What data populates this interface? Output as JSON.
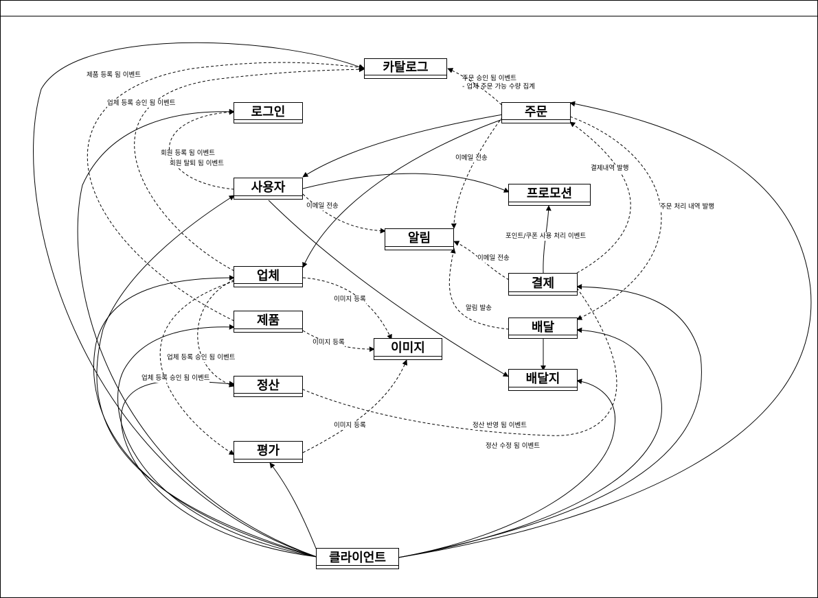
{
  "nodes": {
    "catalog": "카탈로그",
    "order": "주문",
    "login": "로그인",
    "user": "사용자",
    "promotion": "프로모션",
    "notification": "알림",
    "vendor": "업체",
    "payment": "결제",
    "product": "제품",
    "delivery": "배달",
    "image": "이미지",
    "settlement": "정산",
    "delivery_address": "배달지",
    "review": "평가",
    "client": "클라이언트"
  },
  "edge_labels": {
    "product_registered": "제품 등록 됨 이벤트",
    "vendor_approved_catalog": "업체 등록 승인 됨 이벤트",
    "order_approved": "주문 승인 됨 이벤트\n- 업체 주문 가능 수량 집계",
    "member_registered": "회원 등록 됨 이벤트",
    "member_withdrawn": "회원 탈퇴 됨 이벤트",
    "email_send_order": "이메일 전송",
    "email_send_user": "이메일 전송",
    "payment_history": "결제내역 발행",
    "order_processing_history": "주문 처리 내역 발행",
    "point_coupon_event": "포인트/쿠폰 사용 처리 이벤트",
    "email_send_payment": "이메일 전송",
    "notification_send": "알림 발송",
    "image_register_vendor": "이미지 등록",
    "image_register_product": "이미지 등록",
    "vendor_approved_settlement": "업체 등록 승인 됨 이벤트",
    "vendor_approved_review": "업체 등록 승인 됨 이벤트",
    "image_register_review": "이미지 등록",
    "settlement_reflected": "정산 반영 됨 이벤트",
    "settlement_modified": "정산 수정 됨 이벤트"
  }
}
